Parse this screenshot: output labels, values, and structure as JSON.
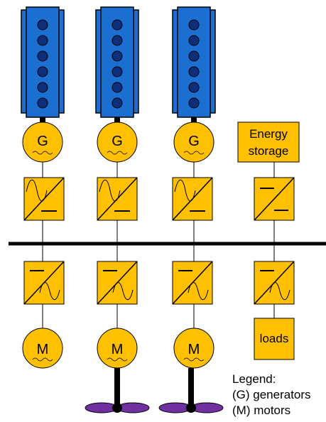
{
  "columns": [
    {
      "generator_label": "G",
      "motor_label": "M",
      "engine_cylinders": 6,
      "has_propeller": false
    },
    {
      "generator_label": "G",
      "motor_label": "M",
      "engine_cylinders": 6,
      "has_propeller": true
    },
    {
      "generator_label": "G",
      "motor_label": "M",
      "engine_cylinders": 6,
      "has_propeller": true
    }
  ],
  "storage": {
    "label_line1": "Energy",
    "label_line2": "storage"
  },
  "loads": {
    "label": "loads"
  },
  "legend": {
    "title": "Legend:",
    "items": [
      "(G) generators",
      "(M) motors"
    ]
  },
  "colors": {
    "engine": "#1a6fd1",
    "cylinder": "#0d2f7a",
    "component": "#ffc000",
    "outline": "#000000",
    "propeller": "#7030a0"
  }
}
